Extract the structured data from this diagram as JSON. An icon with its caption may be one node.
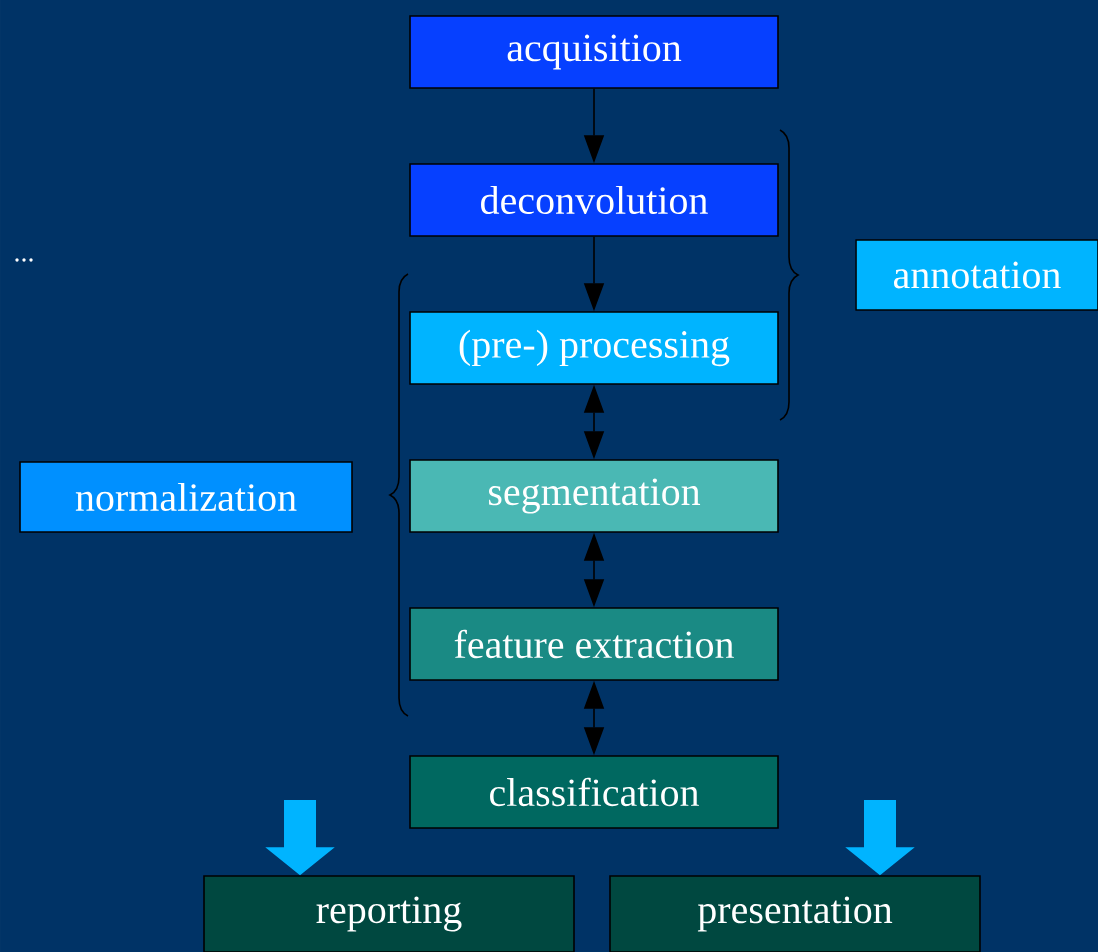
{
  "diagram": {
    "nodes": [
      {
        "text": [
          "acquisition"
        ]
      },
      {
        "text": [
          "deconvolution"
        ]
      },
      {
        "text": [
          "(pre-) processing"
        ]
      },
      {
        "text": [
          "segmentation"
        ]
      },
      {
        "text": [
          "feature extraction"
        ]
      },
      {
        "text": [
          "classification"
        ]
      },
      {
        "text": [
          "reporting"
        ]
      },
      {
        "text": [
          "presentation"
        ]
      },
      {
        "text": [
          "normalization"
        ]
      },
      {
        "text": [
          "annotation"
        ]
      }
    ],
    "edges": [
      {
        "from": 0,
        "to": 1,
        "arrow": "to"
      },
      {
        "from": 1,
        "to": 2,
        "arrow": "to"
      },
      {
        "from": 2,
        "to": 3,
        "arrow": "both"
      },
      {
        "from": 3,
        "to": 4,
        "arrow": "both"
      },
      {
        "from": 4,
        "to": 5,
        "arrow": "both"
      },
      {
        "from": null,
        "to": 6,
        "arrow": "to",
        "style": "thick",
        "color": "#00b4ff"
      },
      {
        "from": null,
        "to": 7,
        "arrow": "to",
        "style": "thick",
        "color": "#00b4ff"
      }
    ],
    "labels": [
      "..."
    ]
  }
}
